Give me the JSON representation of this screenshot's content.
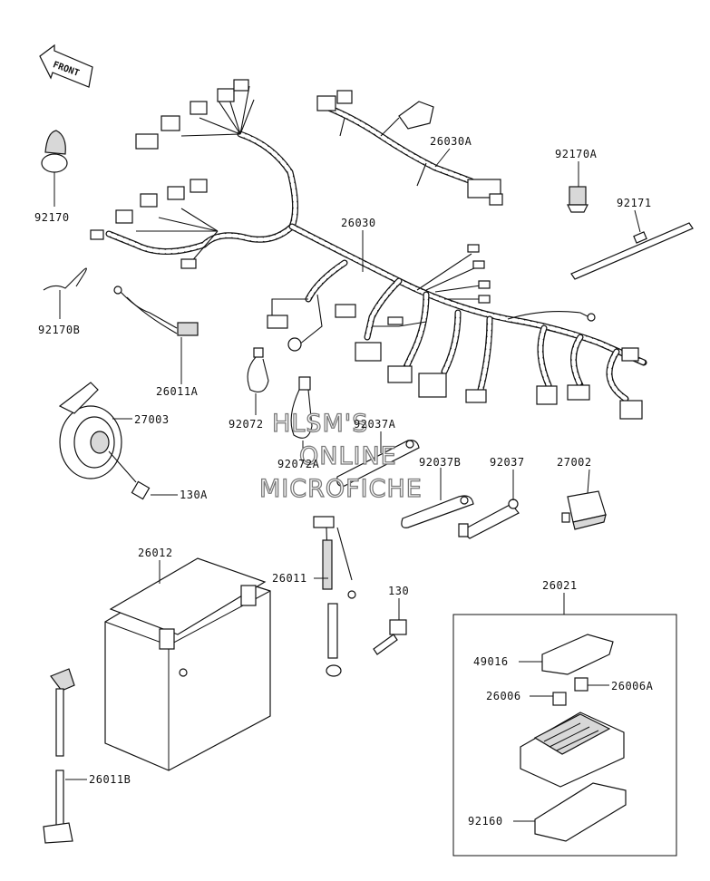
{
  "front_label": "FRONT",
  "watermark": [
    "HLSM'S",
    "ONLINE",
    "MICROFICHE"
  ],
  "callouts": {
    "p92170": "92170",
    "p92170B": "92170B",
    "p26011A": "26011A",
    "p27003": "27003",
    "p130A": "130A",
    "p26030A": "26030A",
    "p26030": "26030",
    "p92170A": "92170A",
    "p92171": "92171",
    "p92072": "92072",
    "p92037A": "92037A",
    "p92072A": "92072A",
    "p92037B": "92037B",
    "p92037": "92037",
    "p27002": "27002",
    "p26012": "26012",
    "p26011": "26011",
    "p130": "130",
    "p26021": "26021",
    "p49016": "49016",
    "p26006A": "26006A",
    "p26006": "26006",
    "p26011B": "26011B",
    "p92160": "92160"
  }
}
